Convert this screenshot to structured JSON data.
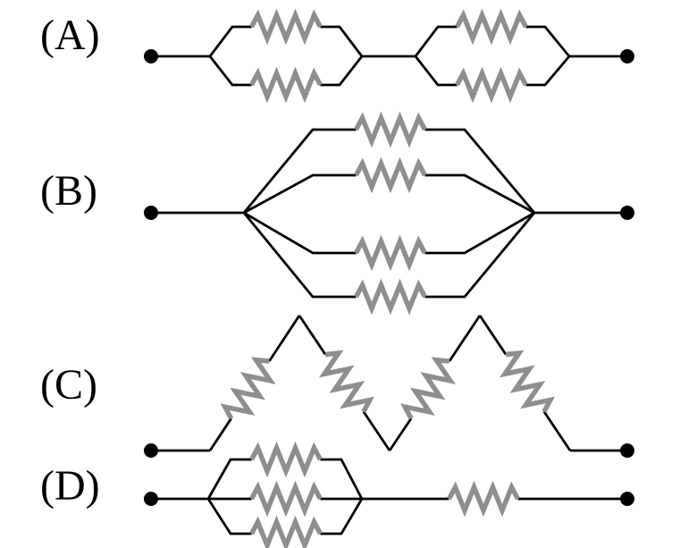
{
  "colors": {
    "background": "#ffffff",
    "wire": "#000000",
    "resistor": "#8e8e8e"
  },
  "circuits": [
    {
      "label": "(A)",
      "description": "Two parallel pairs of two resistors, the pairs connected in series between two terminals",
      "resistor_count": 4
    },
    {
      "label": "(B)",
      "description": "Four resistors connected in parallel between two terminals",
      "resistor_count": 4
    },
    {
      "label": "(C)",
      "description": "Four resistors connected in series along a zigzag (two triangular peaks) between two terminals",
      "resistor_count": 4
    },
    {
      "label": "(D)",
      "description": "Three resistors in parallel, connected in series with a fourth resistor between two terminals",
      "resistor_count": 4
    }
  ]
}
